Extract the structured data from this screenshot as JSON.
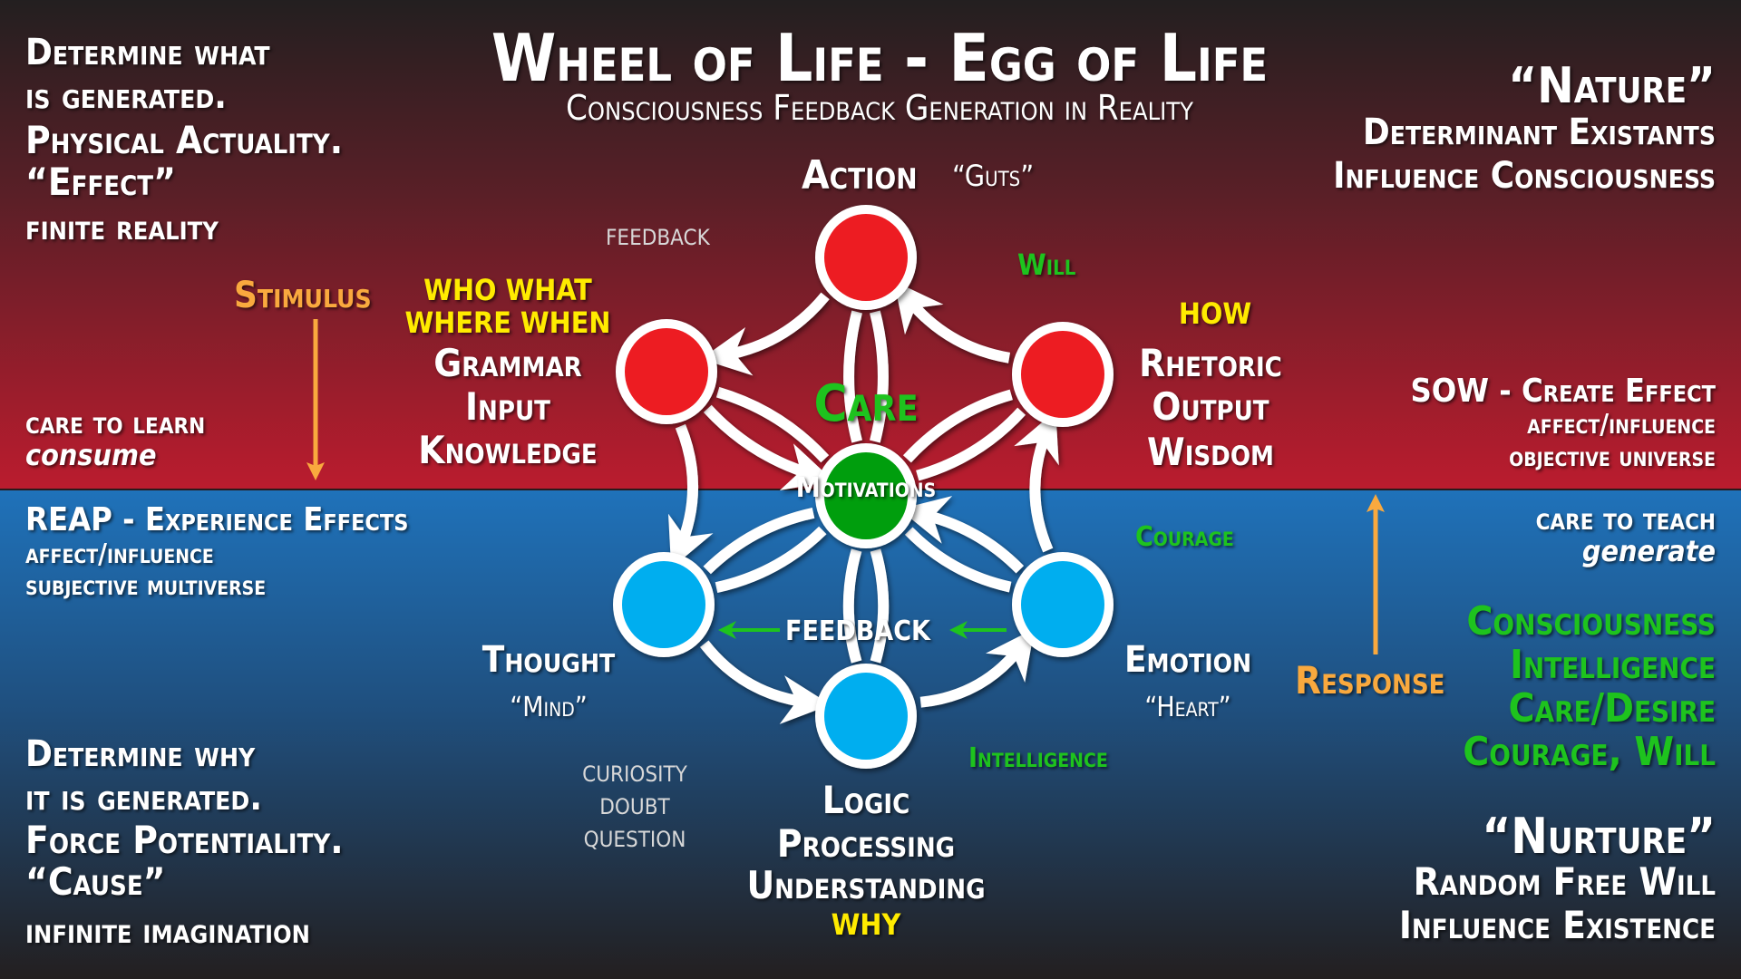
{
  "title": "Wheel of Life - Egg of Life",
  "subtitle": "Consciousness Feedback Generation in Reality",
  "colors": {
    "red_node": "#ed1c24",
    "blue_node": "#00aeef",
    "green_node": "#009e0f",
    "accent_green": "#1ec31e",
    "accent_yellow": "#ffeb00",
    "accent_orange": "#f9a93e"
  },
  "top_left": {
    "lines": [
      "Determine what",
      "is generated.",
      "Physical Actuality.",
      "“Effect”",
      "finite reality"
    ]
  },
  "top_right": {
    "nature": "“Nature”",
    "line1": "Determinant Existants",
    "line2": "Influence Consciousness"
  },
  "stimulus": {
    "label": "Stimulus",
    "care": "care to learn",
    "consume": "consume"
  },
  "sow": {
    "line1": "SOW - Create Effect",
    "line2": "affect/influence",
    "line3": "objective universe"
  },
  "reap": {
    "line1": "REAP - Experience Effects",
    "line2": "affect/influence",
    "line3": "subjective multiverse"
  },
  "teach": {
    "care": "care to teach",
    "generate": "generate"
  },
  "response": {
    "label": "Response"
  },
  "qualities": [
    "Consciousness",
    "Intelligence",
    "Care/Desire",
    "Courage, Will"
  ],
  "bottom_left": {
    "lines": [
      "Determine why",
      "it is generated.",
      "Force Potentiality.",
      "“Cause”",
      "infinite imagination"
    ]
  },
  "bottom_right": {
    "nurture": "“Nurture”",
    "line1": "Random Free Will",
    "line2": "Influence Existence"
  },
  "nodes": {
    "action": {
      "label": "Action",
      "nick": "“Guts”"
    },
    "grammar": {
      "wh1": "WHO WHAT",
      "wh2": "WHERE WHEN",
      "l1": "Grammar",
      "l2": "Input",
      "l3": "Knowledge"
    },
    "rhetoric": {
      "how": "HOW",
      "l1": "Rhetoric",
      "l2": "Output",
      "l3": "Wisdom"
    },
    "center": {
      "care": "Care",
      "motivations": "Motivations"
    },
    "thought": {
      "label": "Thought",
      "nick": "“Mind”"
    },
    "emotion": {
      "label": "Emotion",
      "nick": "“Heart”"
    },
    "logic": {
      "l1": "Logic",
      "l2": "Processing",
      "l3": "Understanding",
      "why": "WHY"
    }
  },
  "edge_labels": {
    "feedback_top": "FEEDBACK",
    "feedback_mid": "FEEDBACK",
    "will": "Will",
    "courage": "Courage",
    "intelligence": "Intelligence",
    "curiosity": [
      "CURIOSITY",
      "DOUBT",
      "QUESTION"
    ]
  }
}
